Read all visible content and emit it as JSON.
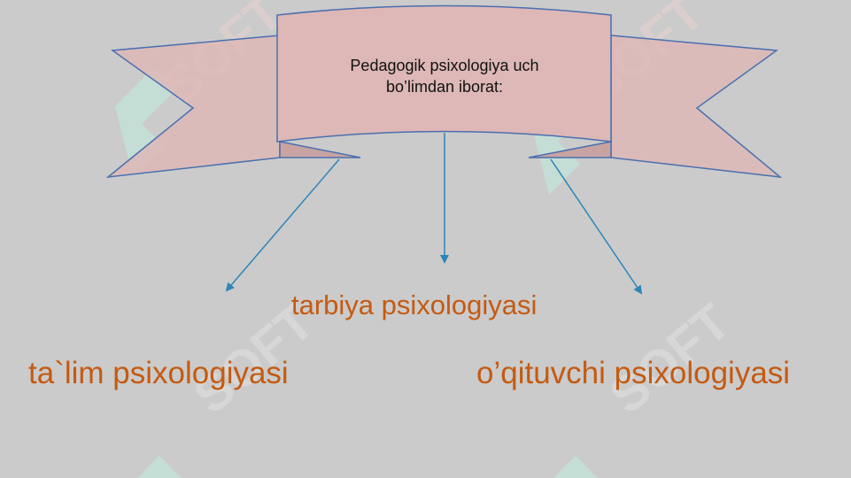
{
  "colors": {
    "background": "#cbcbcb",
    "ribbon_fill": "#ddb8b6",
    "ribbon_stroke": "#4a6fb0",
    "arrow": "#2e86b8",
    "branch_text": "#c55a11",
    "watermark": "#bfeee0"
  },
  "watermark": {
    "text": "SOFT",
    "icon": "soft-logo-icon"
  },
  "banner": {
    "title_line1": "Pedagogik psixologiya uch",
    "title_line2": "bo’limdan iborat:"
  },
  "branches": {
    "center": "tarbiya psixologiyasi",
    "left": "ta`lim psixologiyasi",
    "right": "o’qituvchi psixologiyasi"
  }
}
